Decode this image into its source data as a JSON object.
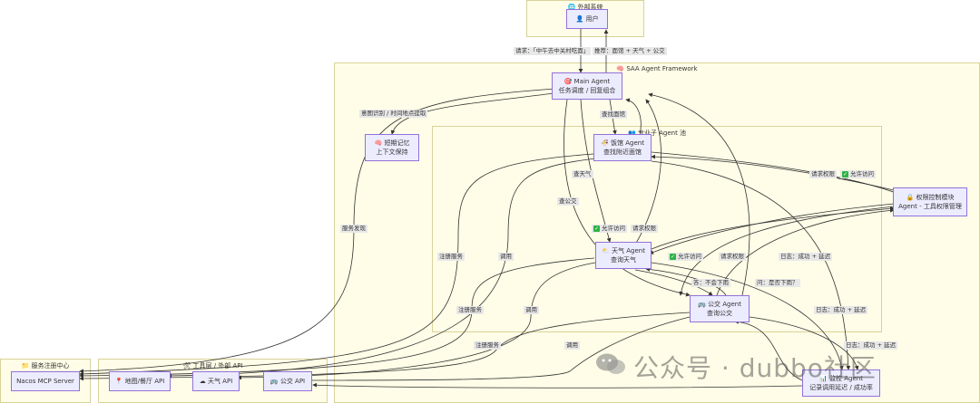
{
  "clusters": {
    "external": "🌐 外部系统",
    "framework": "🧠 SAA Agent Framework",
    "pool": "👥 专业子 Agent 池",
    "registry": "📁 服务注册中心",
    "tools": "🛠 工具层 / 外部 API"
  },
  "nodes": {
    "user": "👤 用户",
    "main_title": "🎯 Main Agent",
    "main_sub": "任务调度 / 回复组合",
    "memory_title": "🧠 短期记忆",
    "memory_sub": "上下文保持",
    "food_title": "🍜 饭馆 Agent",
    "food_sub": "查找附近面馆",
    "weather_title": "⛅ 天气 Agent",
    "weather_sub": "查询天气",
    "bus_title": "🚌 公交 Agent",
    "bus_sub": "查询公交",
    "perm_title": "🔒 权限控制模块",
    "perm_sub": "Agent - 工具权限管理",
    "monitor_title": "📊 监控 Agent",
    "monitor_sub": "记录调用延迟 / 成功率",
    "nacos": "Nacos MCP Server",
    "map_api": "📍 地图/餐厅 API",
    "weather_api": "☁ 天气 API",
    "bus_api": "🚌 公交 API"
  },
  "edge_labels": {
    "request": "请求：「中午去中关村吃面」",
    "recommend": "推荐：面馆 + 天气 + 公交",
    "intent": "意图识别 / 时间地点提取",
    "find_food": "查找面馆",
    "check_weather": "查天气",
    "check_bus": "查公交",
    "service_discovery": "服务发现",
    "register1": "注册服务",
    "register2": "注册服务",
    "register3": "注册服务",
    "call1": "调用",
    "call2": "调用",
    "call3": "调用",
    "req_perm1": "请求权限",
    "allow1": "允许访问",
    "req_perm2": "请求权限",
    "allow2": "允许访问",
    "req_perm3": "请求权限",
    "allow3": "允许访问",
    "log1": "日志：成功 + 延迟",
    "log2": "日志：成功 + 延迟",
    "log3": "日志：成功 + 延迟",
    "ask_rain": "问：是否下雨？",
    "answer_rain": "答：不会下雨"
  },
  "watermark": "公众号 · dubbo社区",
  "colors": {
    "cluster_bg": "#fffde7",
    "cluster_border": "#d8d29a",
    "node_bg": "#ececff",
    "node_border": "#9370db",
    "edge": "#333333",
    "allow_badge": "#2fb344"
  }
}
